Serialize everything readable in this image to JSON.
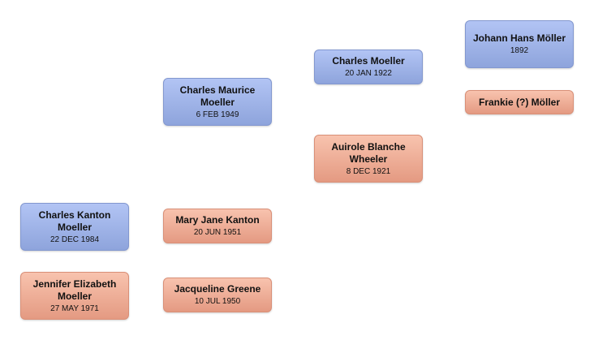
{
  "people": {
    "charles_kanton": {
      "name": "Charles Kanton Moeller",
      "date": "22 DEC 1984",
      "sex": "male"
    },
    "jennifer": {
      "name": "Jennifer Elizabeth Moeller",
      "date": "27 MAY 1971",
      "sex": "female"
    },
    "charles_maurice": {
      "name": "Charles Maurice Moeller",
      "date": "6 FEB 1949",
      "sex": "male"
    },
    "mary_jane": {
      "name": "Mary Jane Kanton",
      "date": "20 JUN 1951",
      "sex": "female"
    },
    "jacqueline": {
      "name": "Jacqueline Greene",
      "date": "10 JUL 1950",
      "sex": "female"
    },
    "charles": {
      "name": "Charles Moeller",
      "date": "20 JAN 1922",
      "sex": "male"
    },
    "auirole": {
      "name": "Auirole Blanche Wheeler",
      "date": "8 DEC 1921",
      "sex": "female"
    },
    "johann": {
      "name": "Johann Hans Möller",
      "date": "1892",
      "sex": "male"
    },
    "frankie": {
      "name": "Frankie (?) Möller",
      "date": "",
      "sex": "female"
    }
  },
  "colors": {
    "male_top": "#b2c4f4",
    "male_bottom": "#8ea4dc",
    "female_top": "#f8c3ae",
    "female_bottom": "#e49a82"
  }
}
